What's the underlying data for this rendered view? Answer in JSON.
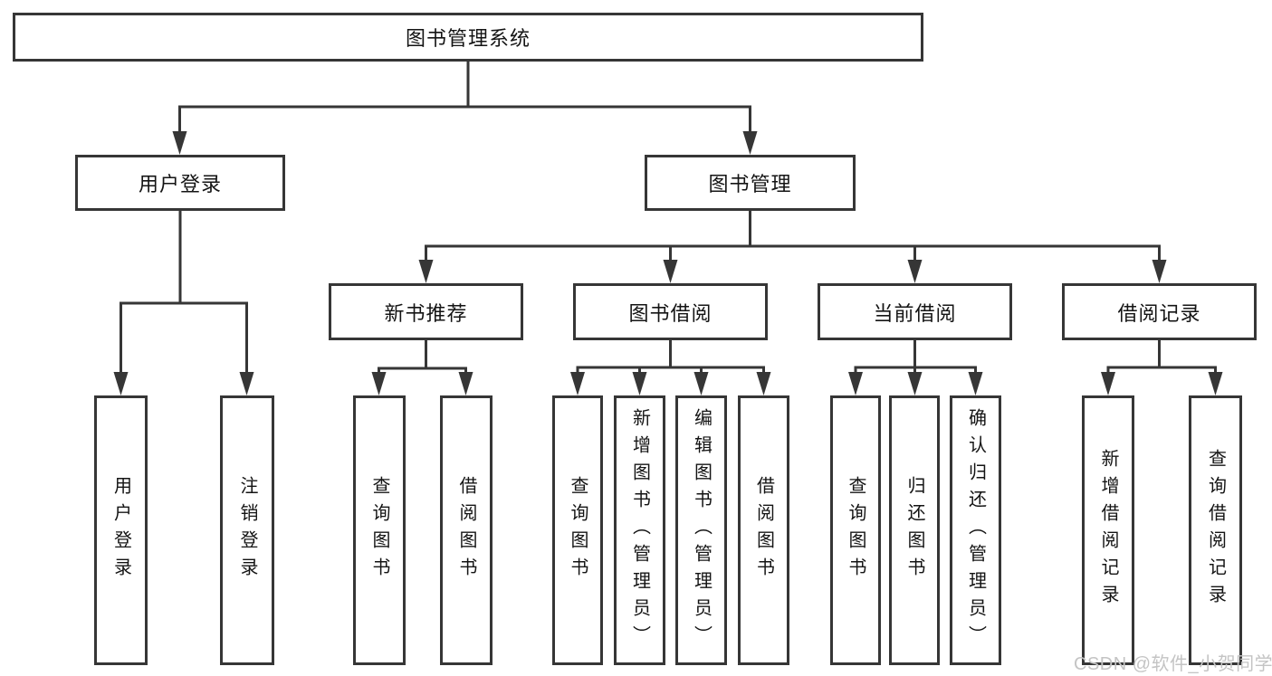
{
  "tree": {
    "label": "图书管理系统",
    "children": [
      {
        "label": "用户登录",
        "children": [
          {
            "label": "用户登录"
          },
          {
            "label": "注销登录"
          }
        ]
      },
      {
        "label": "图书管理",
        "children": [
          {
            "label": "新书推荐",
            "children": [
              {
                "label": "查询图书"
              },
              {
                "label": "借阅图书"
              }
            ]
          },
          {
            "label": "图书借阅",
            "children": [
              {
                "label": "查询图书"
              },
              {
                "label": "新增图书（管理员）"
              },
              {
                "label": "编辑图书（管理员）"
              },
              {
                "label": "借阅图书"
              }
            ]
          },
          {
            "label": "当前借阅",
            "children": [
              {
                "label": "查询图书"
              },
              {
                "label": "归还图书"
              },
              {
                "label": "确认归还（管理员）"
              }
            ]
          },
          {
            "label": "借阅记录",
            "children": [
              {
                "label": "新增借阅记录"
              },
              {
                "label": "查询借阅记录"
              }
            ]
          }
        ]
      }
    ]
  },
  "watermark": {
    "text": "CSDN @软件_小贺同学"
  },
  "colors": {
    "line": "#363636",
    "box_border": "#363636",
    "box_fill": "#ffffff",
    "text": "#141414",
    "watermark": "#c4c4c4",
    "background": "#ffffff"
  }
}
